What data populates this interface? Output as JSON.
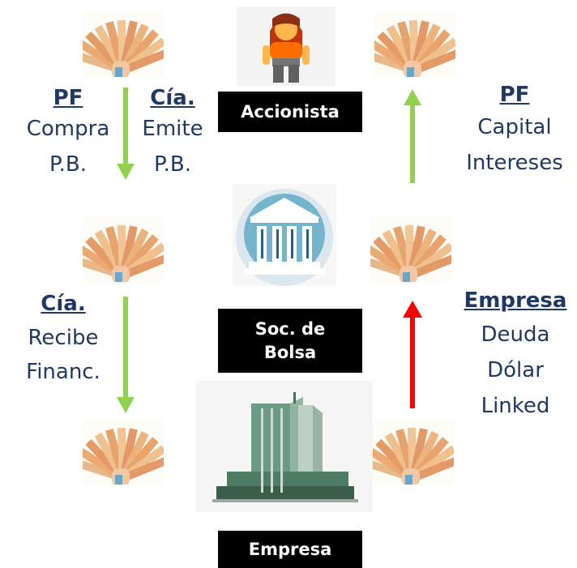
{
  "nodes": {
    "accionista": "Accionista",
    "soc_line1": "Soc. de",
    "soc_line2": "Bolsa",
    "empresa": "Empresa"
  },
  "left_top": {
    "col1": {
      "header": "PF",
      "line1": "Compra",
      "line2": "P.B."
    },
    "col2": {
      "header": "Cía.",
      "line1": "Emite",
      "line2": "P.B."
    }
  },
  "left_bottom": {
    "header": "Cía.",
    "line1": "Recibe",
    "line2": "Financ."
  },
  "right_top": {
    "header": "PF",
    "line1": "Capital",
    "line2": "Intereses"
  },
  "right_bottom": {
    "header": "Empresa",
    "line1": "Deuda",
    "line2": "Dólar",
    "line3": "Linked"
  },
  "colors": {
    "text": "#1f3864",
    "green_arrow": "#92d050",
    "red_arrow": "#ff0000",
    "label_bg": "#000000"
  },
  "icons": [
    "money-fan-icon",
    "person-icon",
    "bank-building-icon",
    "office-tower-icon"
  ]
}
